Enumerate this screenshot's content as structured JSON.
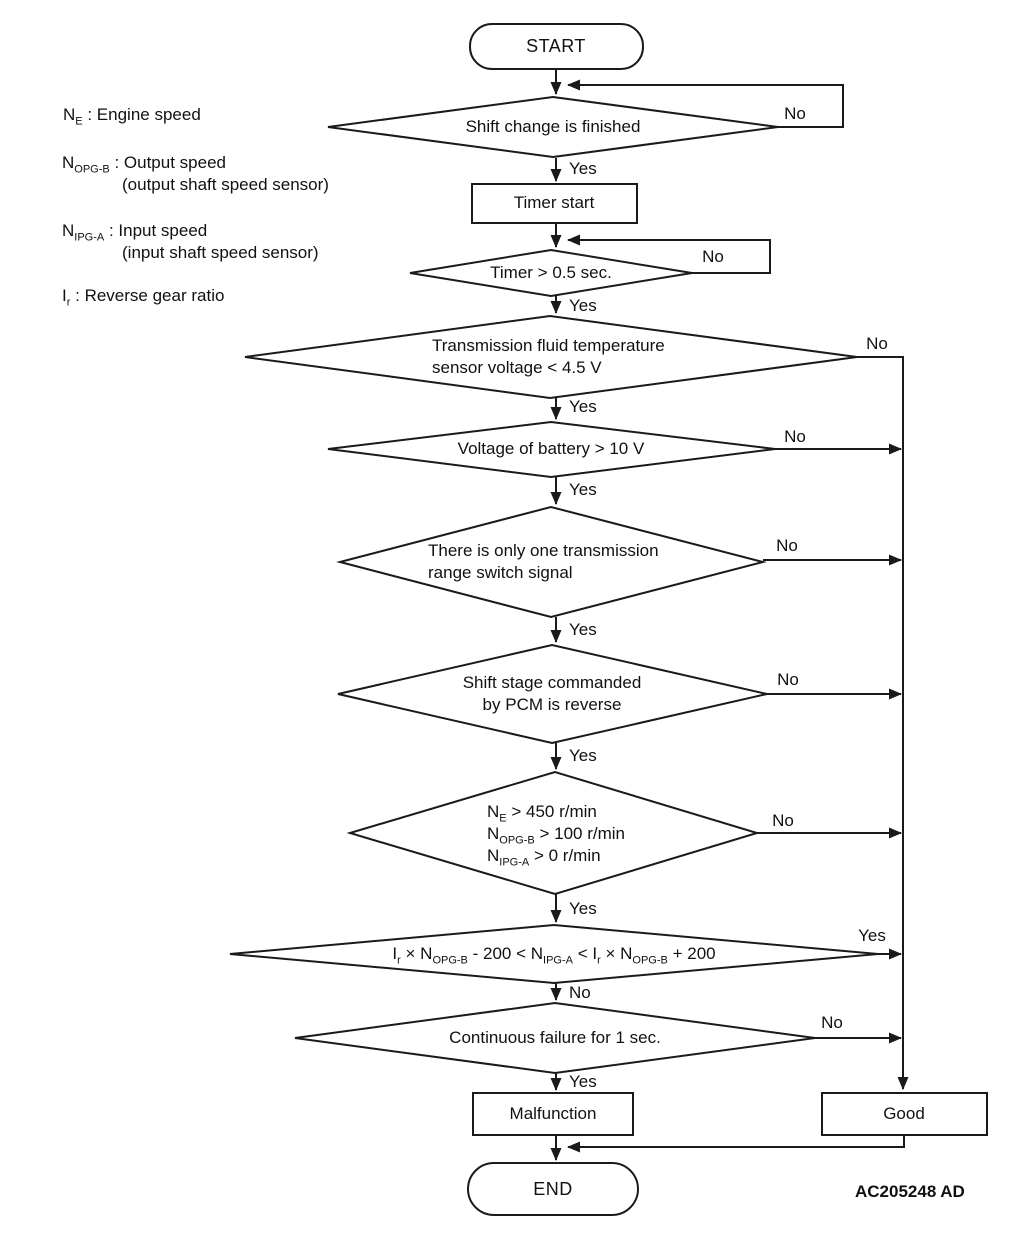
{
  "palette": {
    "line": "#1a1a1a",
    "bg": "#ffffff",
    "text": "#111111"
  },
  "legend": {
    "items": [
      {
        "parts": [
          {
            "t": "N",
            "sub": "E"
          },
          {
            "t": " : Engine speed"
          }
        ]
      },
      {
        "parts": [
          {
            "t": "N",
            "sub": "OPG-B"
          },
          {
            "t": " : Output speed"
          }
        ],
        "note": "(output shaft speed sensor)"
      },
      {
        "parts": [
          {
            "t": "N",
            "sub": "IPG-A"
          },
          {
            "t": " : Input speed"
          }
        ],
        "note": "(input shaft speed sensor)"
      },
      {
        "parts": [
          {
            "t": "I",
            "sub": "r"
          },
          {
            "t": " : Reverse gear ratio"
          }
        ]
      }
    ]
  },
  "nodes": {
    "start": "START",
    "d1": "Shift change is finished",
    "timer_start": "Timer start",
    "d2": "Timer > 0.5 sec.",
    "d3_line1": "Transmission fluid temperature",
    "d3_line2": "sensor voltage < 4.5 V",
    "d4": "Voltage of battery > 10 V",
    "d5_line1": "There is only one transmission",
    "d5_line2": "range switch signal",
    "d6_line1": "Shift stage commanded",
    "d6_line2": "by PCM is reverse",
    "d7_lines": [
      [
        {
          "t": "N",
          "sub": "E"
        },
        {
          "t": " > 450 r/min"
        }
      ],
      [
        {
          "t": "N",
          "sub": "OPG-B"
        },
        {
          "t": " > 100 r/min"
        }
      ],
      [
        {
          "t": "N",
          "sub": "IPG-A"
        },
        {
          "t": " > 0 r/min"
        }
      ]
    ],
    "d8_parts": [
      {
        "t": "I",
        "sub": "r"
      },
      {
        "t": " × N",
        "sub": "OPG-B"
      },
      {
        "t": " - 200 < N",
        "sub": "IPG-A"
      },
      {
        "t": " < I",
        "sub": "r"
      },
      {
        "t": " × N",
        "sub": "OPG-B"
      },
      {
        "t": " + 200"
      }
    ],
    "d9": "Continuous failure for 1 sec.",
    "malfunction": "Malfunction",
    "good": "Good",
    "end": "END"
  },
  "edge_labels": {
    "yes": "Yes",
    "no": "No"
  },
  "figure_id": {
    "code": "AC205248",
    "suffix": "AD"
  }
}
